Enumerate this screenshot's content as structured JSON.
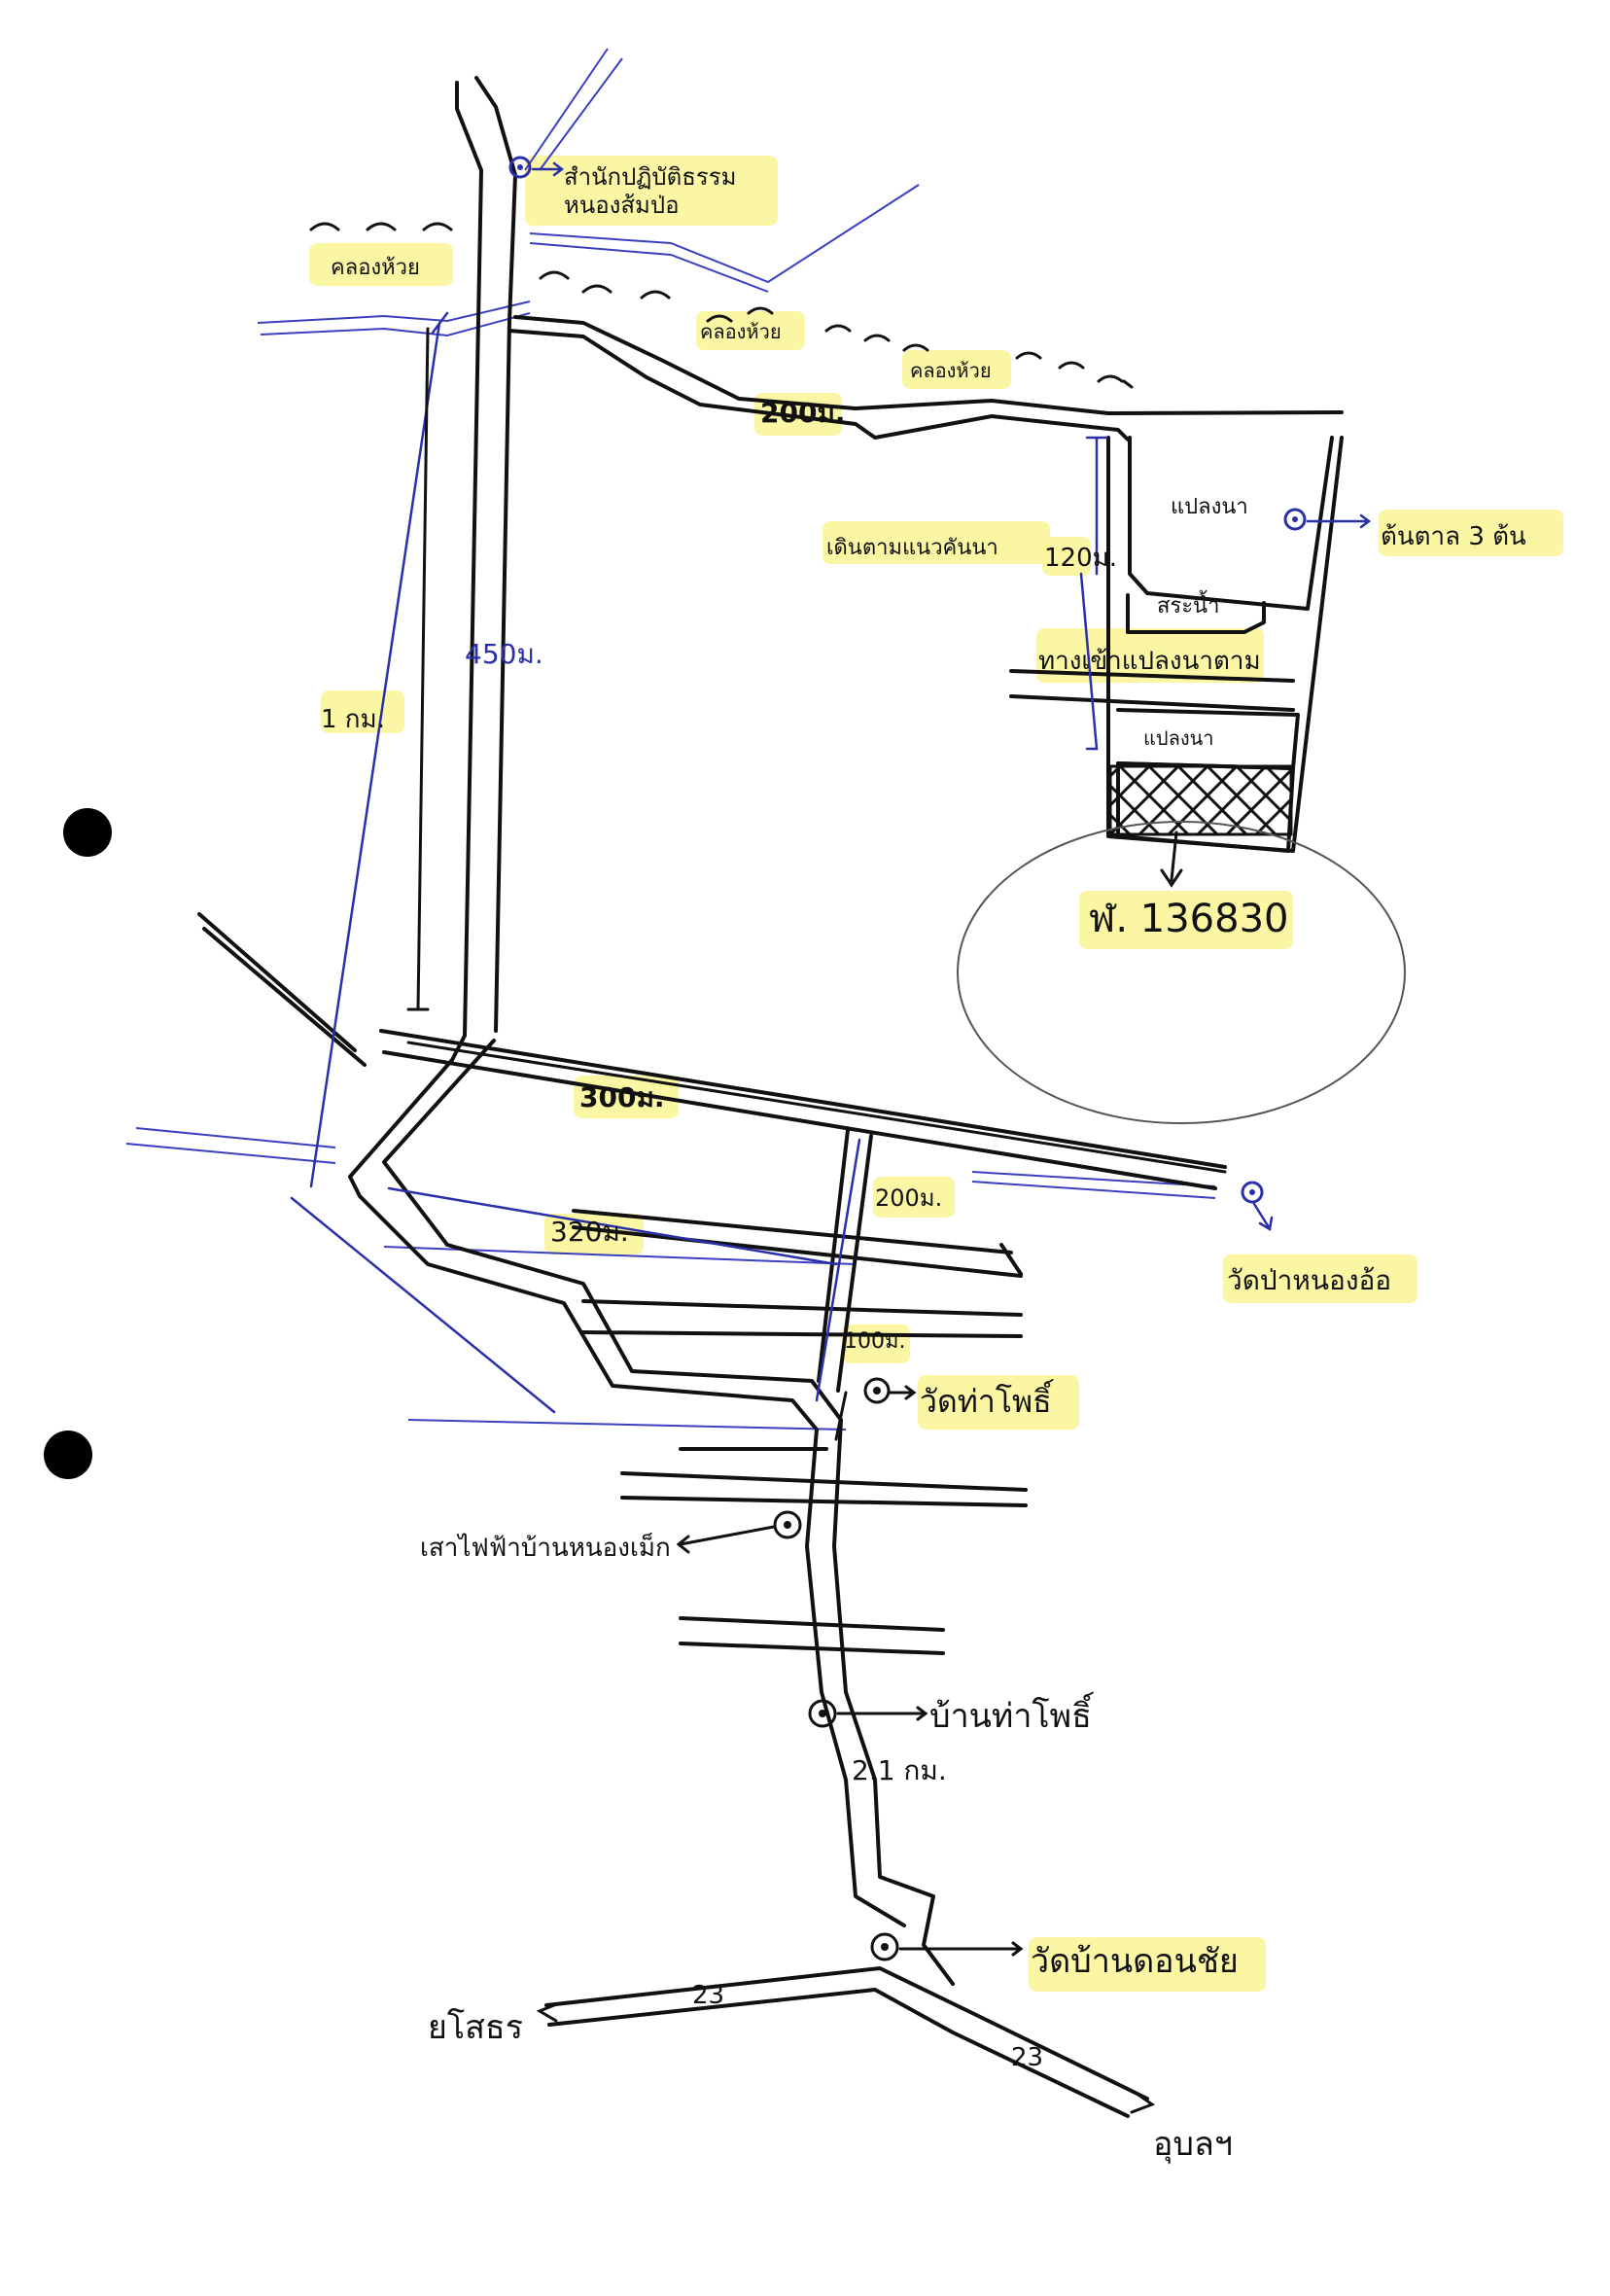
{
  "map": {
    "parcel_id": "ฬ. 136830",
    "landmarks": {
      "temple_top": "สำนักปฏิบัติธรรม\nหนองส้มป่อ",
      "canal_left": "คลองห้วย",
      "canal_mid": "คลองห้วย",
      "canal_right": "คลองห้วย",
      "palm_trees": "ต้นตาล 3 ต้น",
      "wat_pa_nong_on": "วัดป่าหนองอ้อ",
      "wat_tha_pho": "วัดท่าโพธิ์",
      "electric_pole": "เสาไฟฟ้าบ้านหนองเม็ก",
      "ban_tha_pho": "บ้านท่าโพธิ์",
      "wat_ban_don_chai": "วัดบ้านดอนชัย",
      "to_yasothon": "ยโสธร",
      "to_ubon": "อุบลฯ"
    },
    "plot_labels": {
      "plot_top": "แปลงนา",
      "plot_middle": "สระน้ำ",
      "plot_bottom": "แปลงนา",
      "side_note": "เดินตามแนวคันนา",
      "side_distance": "120ม.",
      "road_to_plot": "ทางเข้าแปลงนาตาม"
    },
    "distances": {
      "top_canal": "200ม.",
      "vertical_main": "450ม.",
      "total_left": "1 กม.",
      "horizontal_300": "300ม.",
      "horizontal_320": "320ม.",
      "vertical_200": "200ม.",
      "vertical_100": "100ม.",
      "route_21": "2.1 กม.",
      "highway_left": "23",
      "highway_right": "23"
    },
    "colors": {
      "highlight": "#fbf59a",
      "ink_black": "#111111",
      "ink_blue": "#2b2fa8"
    }
  }
}
